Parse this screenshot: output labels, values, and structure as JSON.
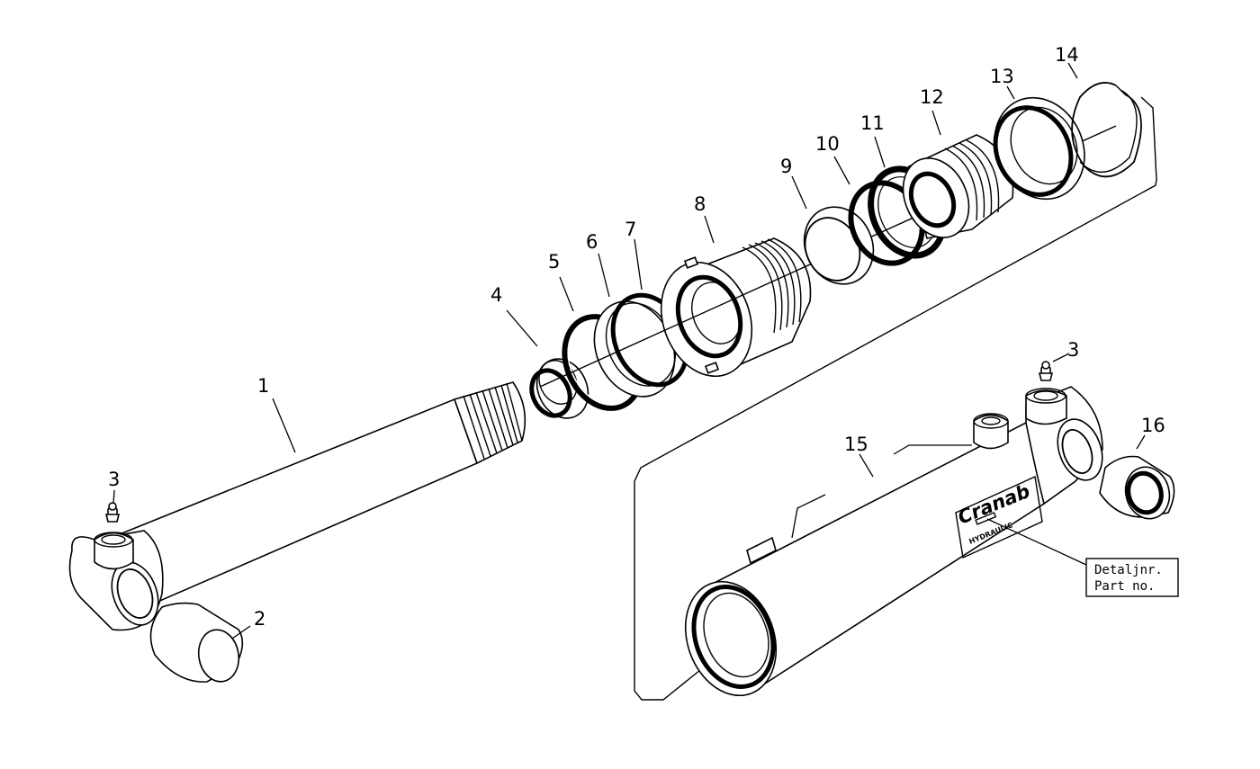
{
  "callouts": [
    {
      "id": "c1",
      "text": "1"
    },
    {
      "id": "c2",
      "text": "2"
    },
    {
      "id": "c3a",
      "text": "3"
    },
    {
      "id": "c3b",
      "text": "3"
    },
    {
      "id": "c4",
      "text": "4"
    },
    {
      "id": "c5",
      "text": "5"
    },
    {
      "id": "c6",
      "text": "6"
    },
    {
      "id": "c7",
      "text": "7"
    },
    {
      "id": "c8",
      "text": "8"
    },
    {
      "id": "c9",
      "text": "9"
    },
    {
      "id": "c10",
      "text": "10"
    },
    {
      "id": "c11",
      "text": "11"
    },
    {
      "id": "c12",
      "text": "12"
    },
    {
      "id": "c13",
      "text": "13"
    },
    {
      "id": "c14",
      "text": "14"
    },
    {
      "id": "c15",
      "text": "15"
    },
    {
      "id": "c16",
      "text": "16"
    }
  ],
  "cylinder_brand": {
    "name": "Cranab",
    "sub_logo": "HYDRAULIC"
  },
  "part_box": {
    "line1": "Detaljnr.",
    "line2": "Part no."
  },
  "icons": [
    "grease-nipple-icon",
    "cylinder-tube-icon",
    "piston-rod-icon",
    "bushing-icon",
    "seal-ring-icon",
    "piston-icon"
  ]
}
